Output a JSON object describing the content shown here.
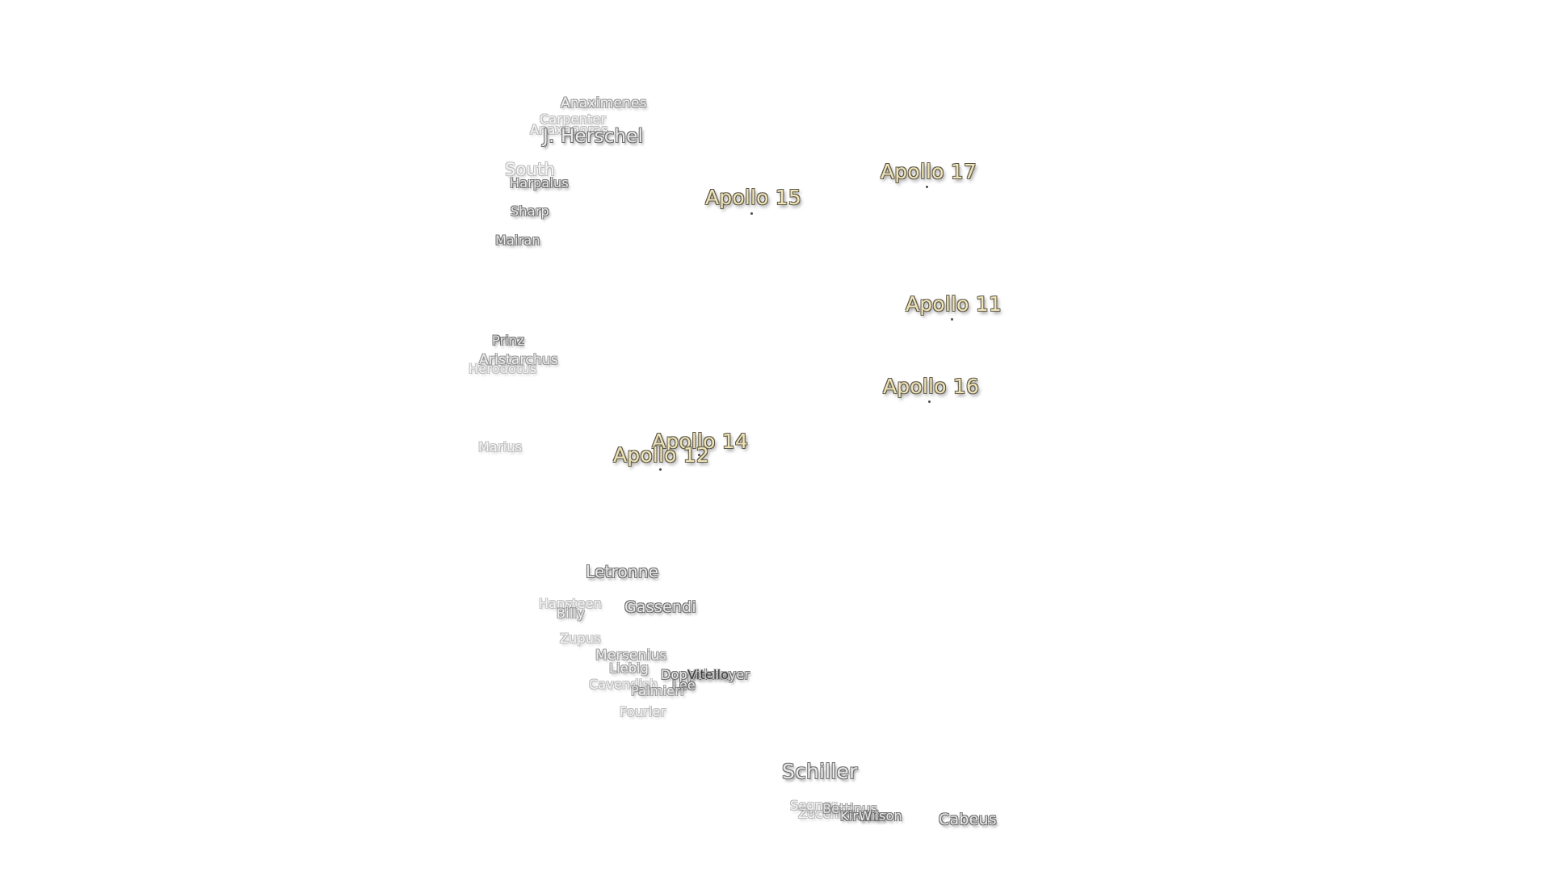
{
  "apollo_sites": [
    {
      "name": "Apollo 17"
    },
    {
      "name": "Apollo 15"
    },
    {
      "name": "Apollo 11"
    },
    {
      "name": "Apollo 16"
    },
    {
      "name": "Apollo 14"
    },
    {
      "name": "Apollo 12"
    }
  ],
  "craters": [
    {
      "name": "Anaximenes"
    },
    {
      "name": "Carpenter"
    },
    {
      "name": "Anaxagoras"
    },
    {
      "name": "J. Herschel"
    },
    {
      "name": "South"
    },
    {
      "name": "Harpalus"
    },
    {
      "name": "Sharp"
    },
    {
      "name": "Mairan"
    },
    {
      "name": "Prinz"
    },
    {
      "name": "Aristarchus"
    },
    {
      "name": "Herodotus"
    },
    {
      "name": "Marius"
    },
    {
      "name": "Letronne"
    },
    {
      "name": "Hansteen"
    },
    {
      "name": "Billy"
    },
    {
      "name": "Gassendi"
    },
    {
      "name": "Zupus"
    },
    {
      "name": "Mersenius"
    },
    {
      "name": "Liebig"
    },
    {
      "name": "Doppelmayer"
    },
    {
      "name": "Vitello"
    },
    {
      "name": "Cavendish"
    },
    {
      "name": "Lee"
    },
    {
      "name": "Palmieri"
    },
    {
      "name": "Fourier"
    },
    {
      "name": "Schiller"
    },
    {
      "name": "Segner"
    },
    {
      "name": "Zucchius"
    },
    {
      "name": "Bettinus"
    },
    {
      "name": "Kircher"
    },
    {
      "name": "Wilson"
    },
    {
      "name": "Cabeus"
    }
  ]
}
